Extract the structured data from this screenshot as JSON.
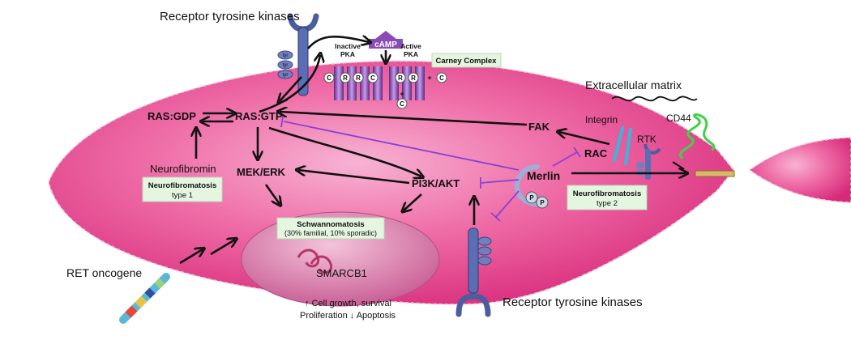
{
  "labels": {
    "rtk_top": "Receptor tyrosine kinases",
    "rtk_bottom": "Receptor tyrosine kinases",
    "tyr": "tyr",
    "pka_inactive_1": "Inactive",
    "pka_inactive_2": "PKA",
    "camp": "cAMP",
    "pka_active_1": "Active",
    "pka_active_2": "PKA",
    "subunit_c": "C",
    "subunit_r": "R",
    "plus": "+",
    "carney": "Carney Complex",
    "extracellular_matrix": "Extracellular matrix",
    "integrin": "Integrin",
    "rtk_small": "RTK",
    "cd44": "CD44",
    "ras_gdp": "RAS:GDP",
    "ras_gtp": "RAS:GTP",
    "fak": "FAK",
    "rac": "RAC",
    "neurofibromin": "Neurofibromin",
    "mek_erk": "MEK/ERK",
    "pi3k_akt": "PI3K/AKT",
    "merlin": "Merlin",
    "phospho": "P",
    "nf1_title": "Neurofibromatosis",
    "nf1_sub": "type 1",
    "nf2_title": "Neurofibromatosis",
    "nf2_sub": "type 2",
    "schwann_title": "Schwannomatosis",
    "schwann_sub": "(30% familial, 10% sporadic)",
    "smarcb1": "SMARCB1",
    "ret": "RET oncogene",
    "outcome_1": "↑ Cell growth, survival",
    "outcome_2": "Proliferation ↓ Apoptosis"
  },
  "colors": {
    "cell_fill": "#e9488f",
    "nucleus_fill": "#d7709f",
    "label_box": "#e4f5e0",
    "inhibition": "#8b3fd6",
    "receptor_blue": "#4b5d9f",
    "integrin_cyan": "#35b7e0",
    "cd44_green": "#3fd14a",
    "pka_purple": "#8a4bb5"
  }
}
